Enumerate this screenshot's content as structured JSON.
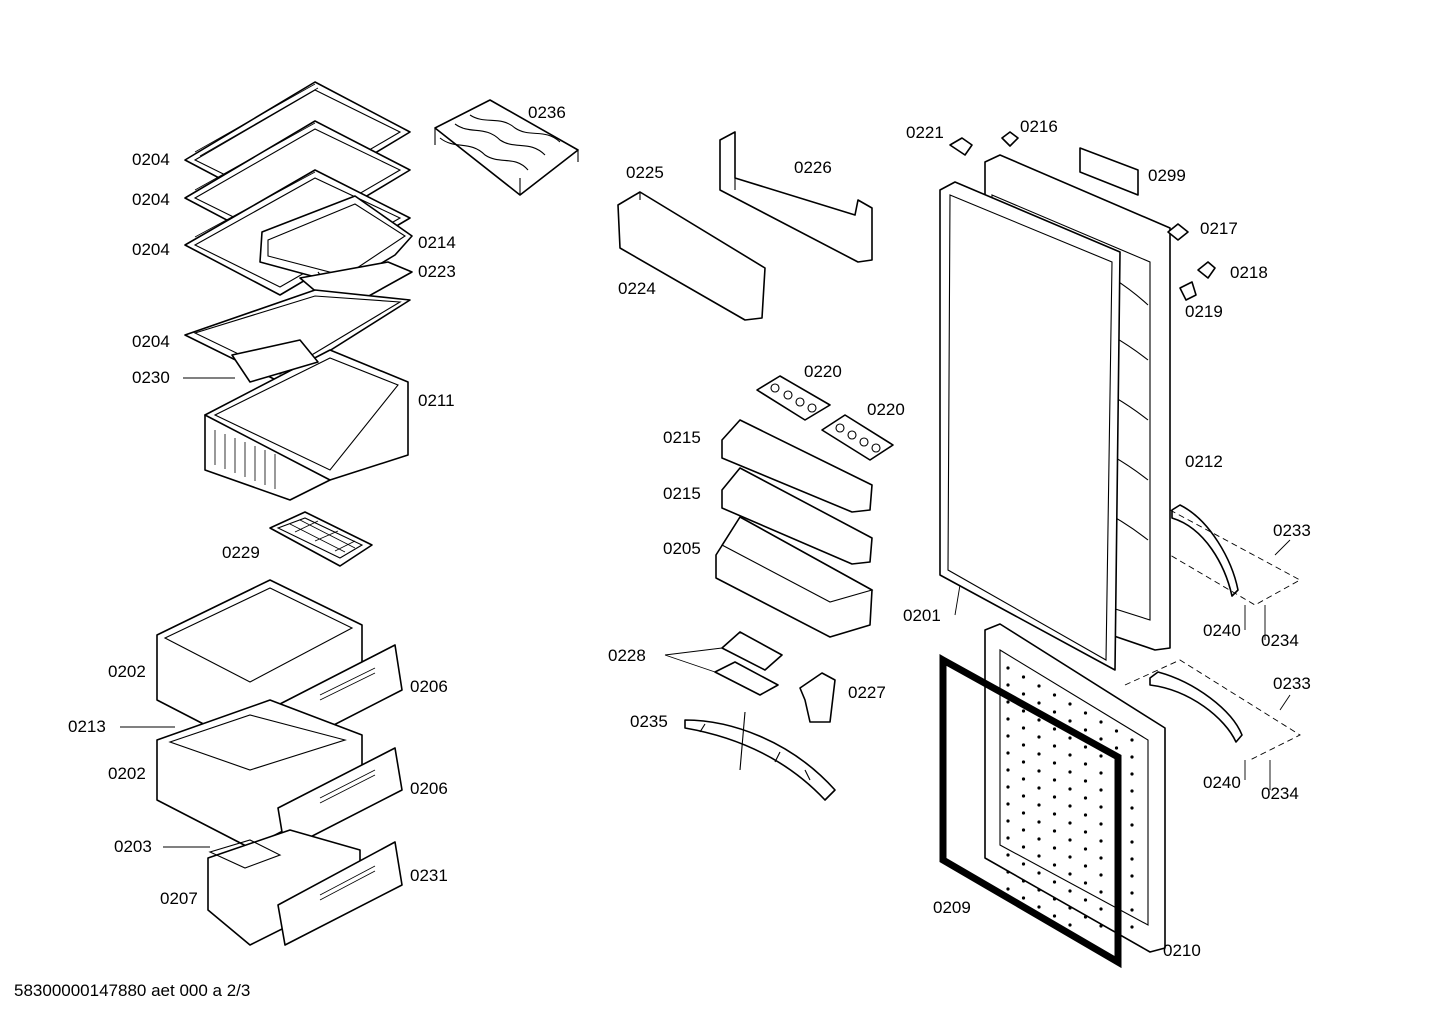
{
  "footer": "58300000147880 aet 000 a 2/3",
  "labels": {
    "l0204a": "0204",
    "l0204b": "0204",
    "l0204c": "0204",
    "l0204d": "0204",
    "l0236": "0236",
    "l0214": "0214",
    "l0223": "0223",
    "l0230": "0230",
    "l0211": "0211",
    "l0229": "0229",
    "l0202a": "0202",
    "l0202b": "0202",
    "l0213": "0213",
    "l0206a": "0206",
    "l0206b": "0206",
    "l0203": "0203",
    "l0207": "0207",
    "l0231": "0231",
    "l0225": "0225",
    "l0226": "0226",
    "l0224": "0224",
    "l0220a": "0220",
    "l0220b": "0220",
    "l0215a": "0215",
    "l0215b": "0215",
    "l0205": "0205",
    "l0228": "0228",
    "l0227": "0227",
    "l0235": "0235",
    "l0221": "0221",
    "l0216": "0216",
    "l0299": "0299",
    "l0217": "0217",
    "l0218": "0218",
    "l0219": "0219",
    "l0212": "0212",
    "l0233a": "0233",
    "l0233b": "0233",
    "l0240a": "0240",
    "l0240b": "0240",
    "l0234a": "0234",
    "l0234b": "0234",
    "l0201": "0201",
    "l0209": "0209",
    "l0210": "0210"
  }
}
